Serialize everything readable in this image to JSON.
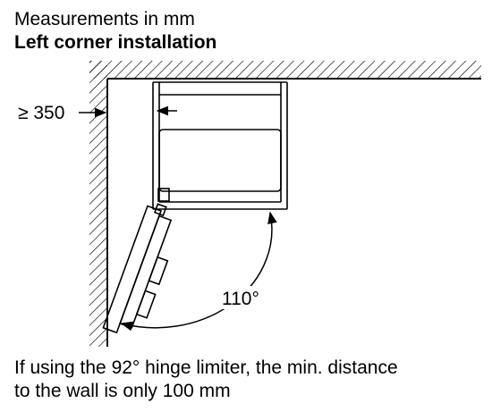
{
  "header": {
    "units": "Measurements in mm",
    "title": "Left corner installation"
  },
  "dimensions": {
    "wall_clearance": "≥ 350",
    "door_angle": "110°"
  },
  "note": {
    "line1": "If using the 92° hinge limiter, the min. distance",
    "line2": "to the wall is only 100 mm"
  },
  "colors": {
    "line": "#000000",
    "background": "#ffffff"
  }
}
